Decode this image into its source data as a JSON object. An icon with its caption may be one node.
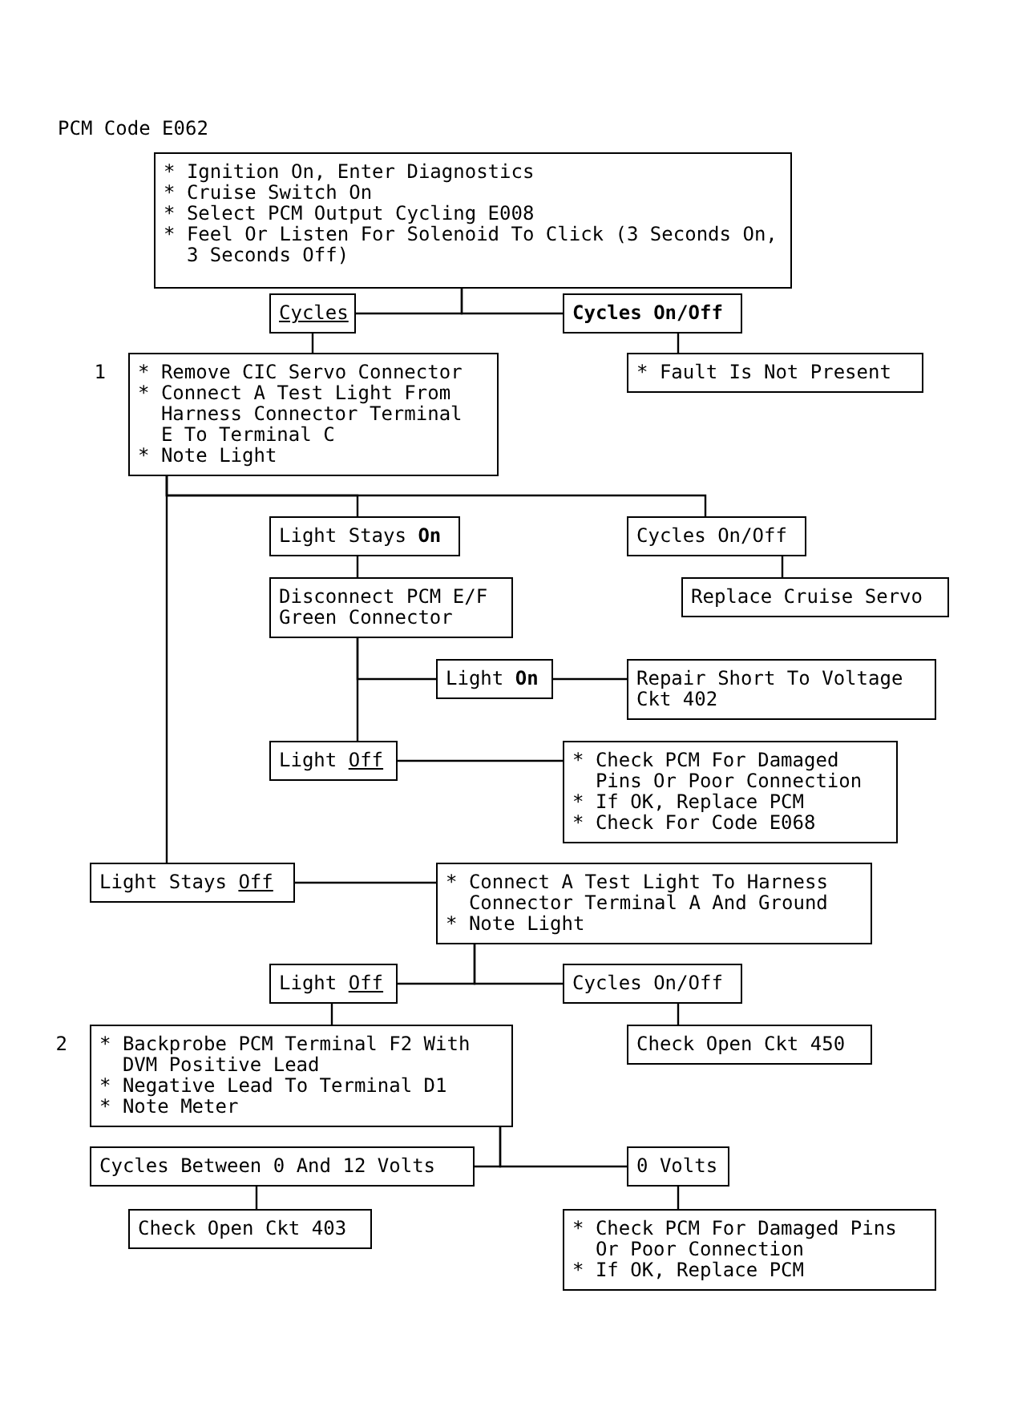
{
  "diagram": {
    "title": "PCM Code E062",
    "nodes": [
      {
        "text": [
          "* Ignition On, Enter Diagnostics",
          "* Cruise Switch On",
          "* Select PCM Output Cycling E008",
          "* Feel Or Listen For Solenoid To Click (3 Seconds On, 3 Seconds Off)"
        ]
      },
      {
        "text": [
          "Cycles"
        ]
      },
      {
        "text": [
          "Cycles On/Off"
        ]
      },
      {
        "text": [
          "* Remove CIC Servo Connector",
          "* Connect A Test Light From Harness Connector Terminal E To Terminal C",
          "* Note Light"
        ],
        "beside": [
          "1"
        ]
      },
      {
        "text": [
          "* Fault Is Not Present"
        ]
      },
      {
        "text": [
          "Light Stays **On**"
        ]
      },
      {
        "text": [
          "Cycles On/Off"
        ]
      },
      {
        "text": [
          "Disconnect PCM E/F Green Connector"
        ]
      },
      {
        "text": [
          "Replace Cruise Servo"
        ]
      },
      {
        "text": [
          "Light **On**"
        ]
      },
      {
        "text": [
          "Repair Short To Voltage Ckt 402"
        ]
      },
      {
        "text": [
          "Light Off"
        ]
      },
      {
        "text": [
          "* Check PCM For Damaged Pins Or Poor Connection",
          "* If OK, Replace PCM",
          "* Check For Code E068"
        ]
      },
      {
        "text": [
          "Light Stays Off"
        ]
      },
      {
        "text": [
          "* Connect A Test Light To Harness Connector Terminal A And Ground",
          "* Note Light"
        ]
      },
      {
        "text": [
          "Light Off"
        ]
      },
      {
        "text": [
          "Cycles On/Off"
        ]
      },
      {
        "text": [
          "* Backprobe PCM Terminal F2 With DVM Positive Lead",
          "* Negative Lead To Terminal D1",
          "* Note Meter"
        ],
        "beside": [
          "2"
        ]
      },
      {
        "text": [
          "Check Open Ckt 450"
        ]
      },
      {
        "text": [
          "Cycles Between 0 And 12 Volts"
        ]
      },
      {
        "text": [
          "0 Volts"
        ]
      },
      {
        "text": [
          "Check Open Ckt 403"
        ]
      },
      {
        "text": [
          "* Check PCM For Damaged Pins Or Poor Connection",
          "* If OK, Replace PCM"
        ]
      }
    ],
    "edges": [
      {
        "from": 0,
        "to": 1,
        "arrow": "none"
      },
      {
        "from": 0,
        "to": 2,
        "arrow": "none"
      },
      {
        "from": 1,
        "to": 3,
        "arrow": "none"
      },
      {
        "from": 2,
        "to": 4,
        "arrow": "none"
      },
      {
        "from": 3,
        "to": 5,
        "arrow": "none"
      },
      {
        "from": 3,
        "to": 6,
        "arrow": "none"
      },
      {
        "from": 3,
        "to": 13,
        "arrow": "none"
      },
      {
        "from": 5,
        "to": 7,
        "arrow": "none"
      },
      {
        "from": 6,
        "to": 8,
        "arrow": "none"
      },
      {
        "from": 7,
        "to": 9,
        "arrow": "none"
      },
      {
        "from": 7,
        "to": 11,
        "arrow": "none"
      },
      {
        "from": 9,
        "to": 10,
        "arrow": "none"
      },
      {
        "from": 11,
        "to": 12,
        "arrow": "none"
      },
      {
        "from": 13,
        "to": 14,
        "arrow": "none"
      },
      {
        "from": 14,
        "to": 15,
        "arrow": "none"
      },
      {
        "from": 14,
        "to": 16,
        "arrow": "none"
      },
      {
        "from": 15,
        "to": 17,
        "arrow": "none"
      },
      {
        "from": 16,
        "to": 18,
        "arrow": "none"
      },
      {
        "from": 17,
        "to": 19,
        "arrow": "none"
      },
      {
        "from": 17,
        "to": 20,
        "arrow": "none"
      },
      {
        "from": 19,
        "to": 21,
        "arrow": "none"
      },
      {
        "from": 20,
        "to": 22,
        "arrow": "none"
      }
    ]
  }
}
